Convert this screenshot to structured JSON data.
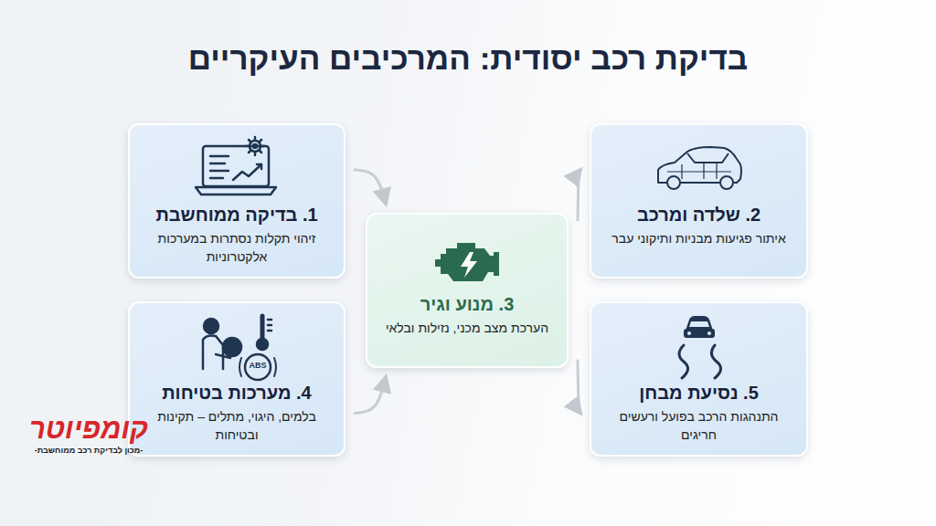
{
  "diagram": {
    "title": "בדיקת רכב יסודית: המרכיבים העיקריים",
    "nodes": [
      {
        "text": [
          "1. בדיקה ממוחשבת",
          "זיהוי תקלות נסתרות במערכות אלקטרוניות"
        ]
      },
      {
        "text": [
          "2. שלדה ומרכב",
          "איתור פגיעות מבניות ותיקוני עבר"
        ]
      },
      {
        "text": [
          "3. מנוע וגיר",
          "הערכת מצב מכני, נזילות ובלאי"
        ]
      },
      {
        "text": [
          "4. מערכות בטיחות",
          "בלמים, היגוי, מתלים – תקינות ובטיחות"
        ]
      },
      {
        "text": [
          "5. נסיעת מבחן",
          "התנהגות הרכב בפועל ורעשים חריגים"
        ]
      }
    ],
    "edges": [
      {
        "from": 0,
        "to": 2,
        "arrow": "to"
      },
      {
        "from": 3,
        "to": 2,
        "arrow": "to"
      },
      {
        "from": 2,
        "to": 1,
        "arrow": "to"
      },
      {
        "from": 2,
        "to": 4,
        "arrow": "to"
      }
    ],
    "labels": [
      "ABS",
      "קומפיוטר",
      "-מכון לבדיקת רכב ממוחשבת-"
    ]
  }
}
